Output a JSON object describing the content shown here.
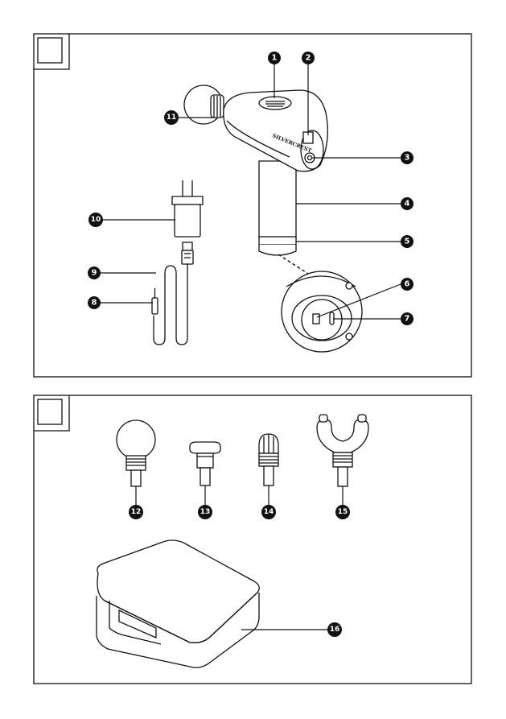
{
  "brand_label": "SILVERCREST",
  "callouts": {
    "c1": "1",
    "c2": "2",
    "c3": "3",
    "c4": "4",
    "c5": "5",
    "c6": "6",
    "c7": "7",
    "c8": "8",
    "c9": "9",
    "c10": "10",
    "c11": "11",
    "c12": "12",
    "c13": "13",
    "c14": "14",
    "c15": "15",
    "c16": "16"
  }
}
